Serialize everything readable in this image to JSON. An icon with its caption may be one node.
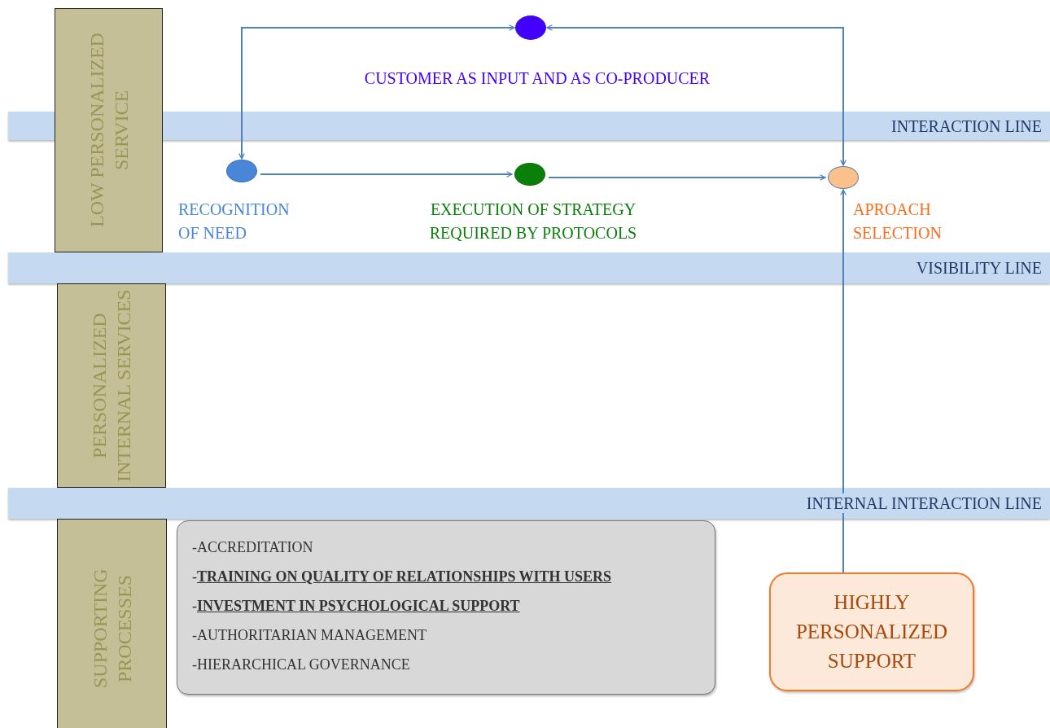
{
  "diagram": {
    "nodes": [
      {
        "text": [
          "LOW PERSONALIZED SERVICE"
        ]
      },
      {
        "text": [
          "PERSONALIZED INTERNAL SERVICES"
        ]
      },
      {
        "text": [
          "SUPPORTING PROCESSES"
        ]
      },
      {
        "text": [],
        "shape": "circle",
        "beside": [
          "CUSTOMER AS INPUT AND AS CO-PRODUCER"
        ]
      },
      {
        "text": [],
        "shape": "circle",
        "beside": [
          "RECOGNITION OF NEED"
        ]
      },
      {
        "text": [],
        "shape": "circle",
        "beside": [
          "EXECUTION OF STRATEGY REQUIRED BY PROTOCOLS"
        ]
      },
      {
        "text": [],
        "shape": "circle",
        "beside": [
          "APROACH SELECTION"
        ]
      },
      {
        "text": [
          "-ACCREDITATION",
          "-**TRAINING ON QUALITY OF RELATIONSHIPS WITH USERS**",
          "-**INVESTMENT IN PSYCHOLOGICAL SUPPORT**",
          "-AUTHORITARIAN MANAGEMENT",
          "-HIERARCHICAL GOVERNANCE"
        ]
      },
      {
        "text": [
          "HIGHLY PERSONALIZED SUPPORT"
        ]
      }
    ],
    "edges": [
      {
        "from": 4,
        "to": 3,
        "arrow": "both"
      },
      {
        "from": 6,
        "to": 3,
        "arrow": "both"
      },
      {
        "from": 4,
        "to": 5,
        "arrow": "to"
      },
      {
        "from": 5,
        "to": 6,
        "arrow": "to"
      },
      {
        "from": 8,
        "to": 6,
        "arrow": "to"
      }
    ],
    "labels": [
      "INTERACTION LINE",
      "VISIBILITY LINE",
      "INTERNAL INTERACTION LINE"
    ]
  }
}
